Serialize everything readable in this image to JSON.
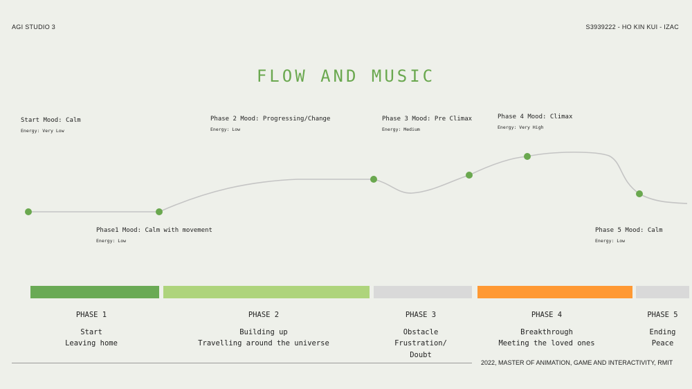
{
  "header": {
    "left": "AGI STUDIO 3",
    "right": "S3939222 - HO KIN KUI - IZAC"
  },
  "title": "FLOW AND MUSIC",
  "points": [
    {
      "mood": "Start  Mood: Calm",
      "energy": "Energy: Very Low"
    },
    {
      "mood": "Phase1  Mood: Calm with movement",
      "energy": "Energy: Low"
    },
    {
      "mood": "Phase 2  Mood: Progressing/Change",
      "energy": "Energy: Low"
    },
    {
      "mood": "Phase 3  Mood: Pre Climax",
      "energy": "Energy: Medium"
    },
    {
      "mood": "Phase 4  Mood: Climax",
      "energy": "Energy: Very High"
    },
    {
      "mood": "Phase 5  Mood: Calm",
      "energy": "Energy: Low"
    }
  ],
  "phases": [
    {
      "name": "PHASE 1",
      "lines": [
        "Start",
        "Leaving home"
      ],
      "color": "#6aaa55"
    },
    {
      "name": "PHASE 2",
      "lines": [
        "Building up",
        "Travelling around the universe"
      ],
      "color": "#aed47c"
    },
    {
      "name": "PHASE 3",
      "lines": [
        "Obstacle",
        "Frustration/",
        "Doubt"
      ],
      "color": "#d9d9d9"
    },
    {
      "name": "PHASE 4",
      "lines": [
        "Breakthrough",
        "Meeting the loved ones"
      ],
      "color": "#ff9933"
    },
    {
      "name": "PHASE 5",
      "lines": [
        "Ending",
        "Peace"
      ],
      "color": "#d9d9d9"
    }
  ],
  "footer": "2022, MASTER OF ANIMATION, GAME AND INTERACTIVITY, RMIT",
  "colors": {
    "accent": "#6aa84f",
    "curve": "#c4c4c4"
  }
}
